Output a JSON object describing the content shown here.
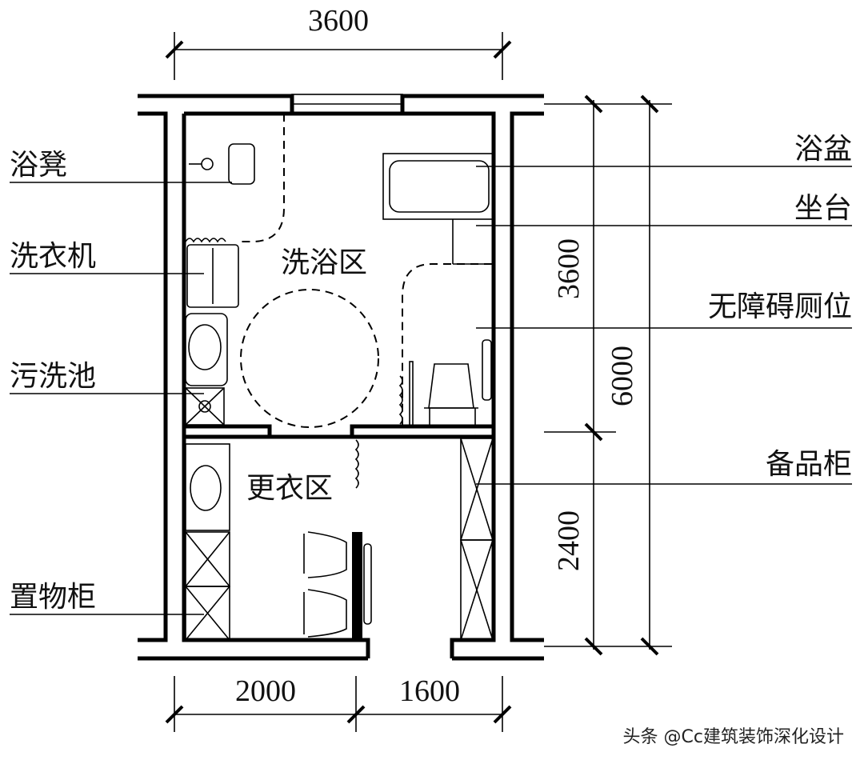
{
  "title": "无障碍卫生间平面图",
  "dimensions": {
    "top_width": "3600",
    "right_upper": "3600",
    "right_lower": "2400",
    "right_total": "6000",
    "bottom_left": "2000",
    "bottom_right": "1600"
  },
  "zones": {
    "bathing": "洗浴区",
    "changing": "更衣区"
  },
  "left_labels": [
    "浴凳",
    "洗衣机",
    "污洗池",
    "置物柜"
  ],
  "right_labels": [
    "浴盆",
    "坐台",
    "无障碍厕位",
    "备品柜"
  ],
  "watermark": "头条 @Cc建筑装饰深化设计"
}
